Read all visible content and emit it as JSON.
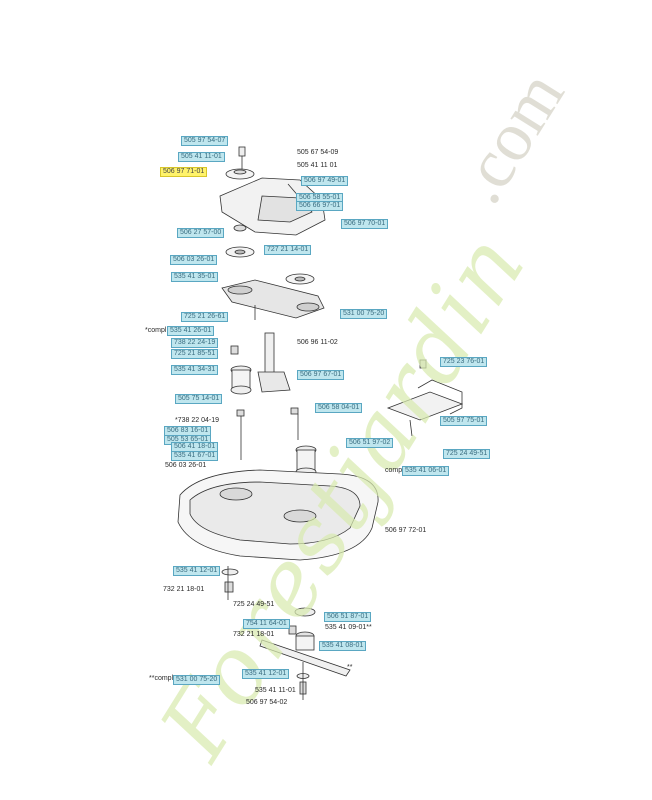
{
  "diagram": {
    "watermark": {
      "main": "Forestjardin",
      "suffix": ".com"
    },
    "parts": [
      {
        "id": "p1",
        "text": "505 97 54-07",
        "style": "boxed"
      },
      {
        "id": "p2",
        "text": "505 67 54-09",
        "style": "plain"
      },
      {
        "id": "p3",
        "text": "505 41 11-01",
        "style": "boxed"
      },
      {
        "id": "p4",
        "text": "505 41 11 01",
        "style": "plain"
      },
      {
        "id": "p5",
        "text": "506 97 71-01",
        "style": "hl"
      },
      {
        "id": "p6",
        "text": "506 97 49-01",
        "style": "boxed"
      },
      {
        "id": "p7",
        "text": "506 58 55-01",
        "style": "boxed"
      },
      {
        "id": "p8",
        "text": "506 66 97-01",
        "style": "boxed"
      },
      {
        "id": "p9",
        "text": "506 97 70-01",
        "style": "boxed"
      },
      {
        "id": "p10",
        "text": "506 27 57-00",
        "style": "boxed"
      },
      {
        "id": "p11",
        "text": "727 21 14-01",
        "style": "boxed"
      },
      {
        "id": "p12",
        "text": "506 03 26-01",
        "style": "boxed"
      },
      {
        "id": "p13",
        "text": "535 41 35-01",
        "style": "boxed"
      },
      {
        "id": "p14",
        "text": "725 21 26-61",
        "style": "boxed"
      },
      {
        "id": "p15",
        "text": "531 00 75-20",
        "style": "boxed"
      },
      {
        "id": "p16",
        "text": "*compl",
        "style": "plain"
      },
      {
        "id": "p17",
        "text": "535 41 26-01",
        "style": "boxed"
      },
      {
        "id": "p18",
        "text": "738 22 24-19",
        "style": "boxed"
      },
      {
        "id": "p19",
        "text": "725 21 85-51",
        "style": "boxed"
      },
      {
        "id": "p20",
        "text": "506 96 11-02",
        "style": "plain"
      },
      {
        "id": "p21",
        "text": "535 41 34-31",
        "style": "boxed"
      },
      {
        "id": "p22",
        "text": "506 97 67-01",
        "style": "boxed"
      },
      {
        "id": "p23",
        "text": "725 23 76-01",
        "style": "boxed"
      },
      {
        "id": "p24",
        "text": "505 75 14-01",
        "style": "boxed"
      },
      {
        "id": "p25",
        "text": "506 58 04-01",
        "style": "boxed"
      },
      {
        "id": "p26",
        "text": "505 97 75-01",
        "style": "boxed"
      },
      {
        "id": "p27",
        "text": "*738 22 04-19",
        "style": "plain"
      },
      {
        "id": "p28",
        "text": "506 83 16-01",
        "style": "boxed"
      },
      {
        "id": "p29",
        "text": "505 53 65-01",
        "style": "boxed"
      },
      {
        "id": "p30",
        "text": "506 41 18-01",
        "style": "boxed"
      },
      {
        "id": "p31",
        "text": "506 51 97-02",
        "style": "boxed"
      },
      {
        "id": "p32",
        "text": "725 24 49-51",
        "style": "boxed"
      },
      {
        "id": "p33",
        "text": "535 41 67-01",
        "style": "boxed"
      },
      {
        "id": "p34",
        "text": "506 03 26-01",
        "style": "plain"
      },
      {
        "id": "p35",
        "text": "compl",
        "style": "plain"
      },
      {
        "id": "p36",
        "text": "535 41 06-01",
        "style": "boxed"
      },
      {
        "id": "p37",
        "text": "506 97 72-01",
        "style": "plain"
      },
      {
        "id": "p38",
        "text": "535 41 12-01",
        "style": "boxed"
      },
      {
        "id": "p39",
        "text": "732 21 18-01",
        "style": "plain"
      },
      {
        "id": "p40",
        "text": "725 24 49-51",
        "style": "plain"
      },
      {
        "id": "p41",
        "text": "506 51 87-01",
        "style": "boxed"
      },
      {
        "id": "p42",
        "text": "754 11 64-01",
        "style": "boxed"
      },
      {
        "id": "p43",
        "text": "535 41 09-01**",
        "style": "plain"
      },
      {
        "id": "p44",
        "text": "732 21 18-01",
        "style": "plain"
      },
      {
        "id": "p45",
        "text": "535 41 08-01",
        "style": "boxed"
      },
      {
        "id": "p46",
        "text": "535 41 12-01",
        "style": "boxed"
      },
      {
        "id": "p47",
        "text": "**",
        "style": "plain"
      },
      {
        "id": "p48",
        "text": "**compl",
        "style": "plain"
      },
      {
        "id": "p49",
        "text": "531 00 75-20",
        "style": "boxed"
      },
      {
        "id": "p50",
        "text": "535 41 11-01",
        "style": "plain"
      },
      {
        "id": "p51",
        "text": "506 97 54-02",
        "style": "plain"
      }
    ]
  }
}
